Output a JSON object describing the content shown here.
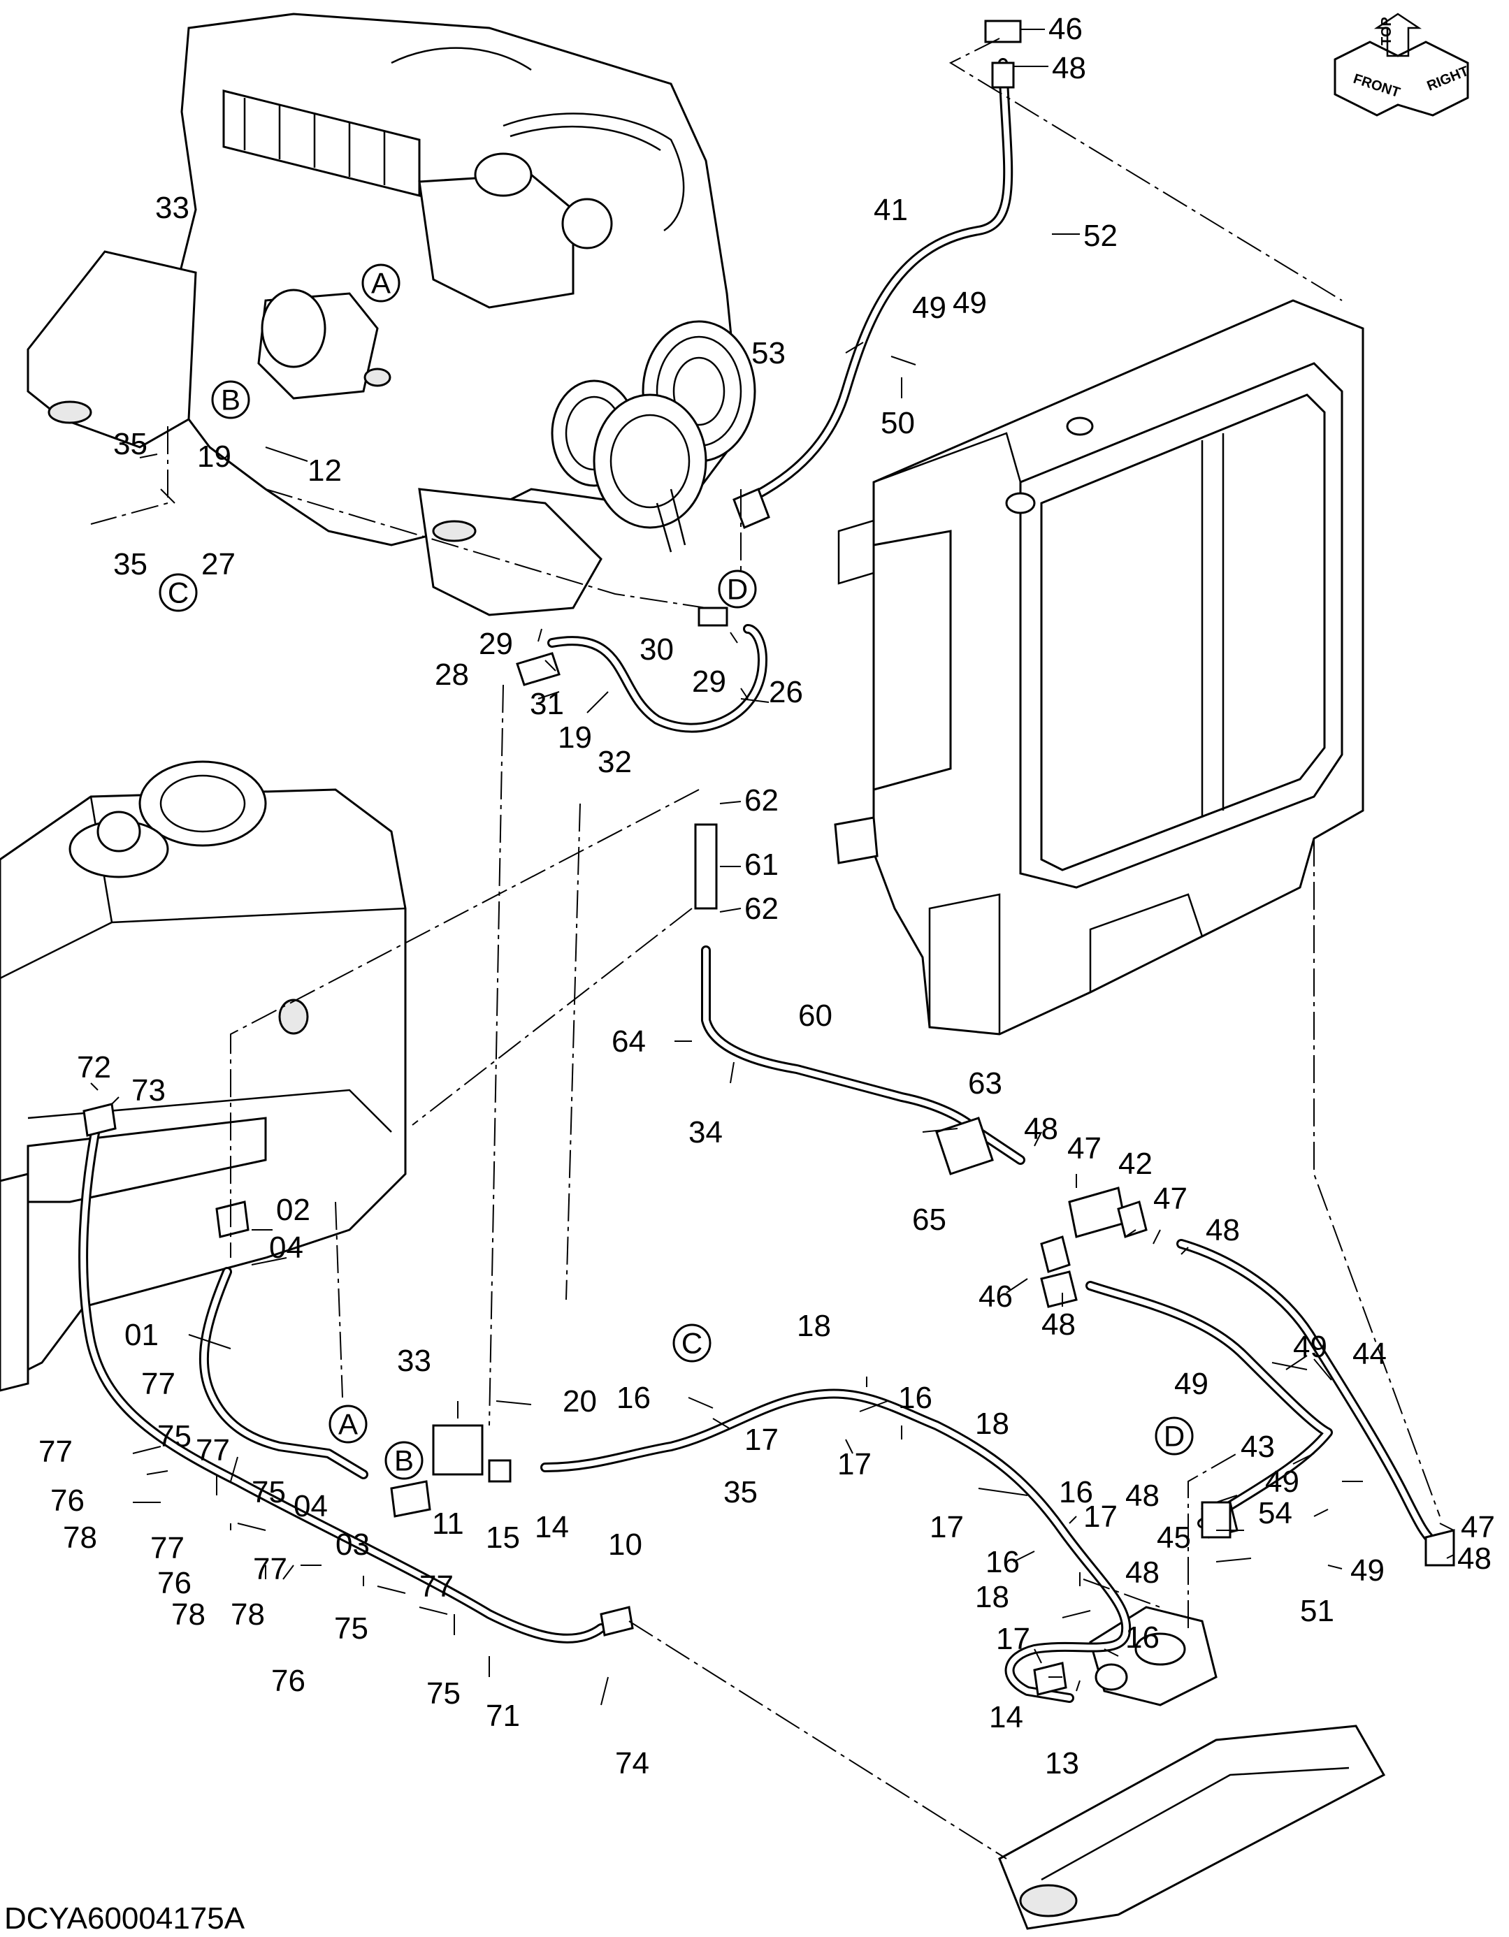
{
  "diagram": {
    "doc_id": "DCYA60004175A",
    "orientation_marker": {
      "labels": [
        "FRONT",
        "RIGHT",
        "TOP"
      ]
    },
    "reference_letters": [
      "A",
      "B",
      "C",
      "D"
    ],
    "callouts": [
      {
        "label": "46"
      },
      {
        "label": "48"
      },
      {
        "label": "33"
      },
      {
        "label": "41"
      },
      {
        "label": "52"
      },
      {
        "label": "49"
      },
      {
        "label": "53"
      },
      {
        "label": "49"
      },
      {
        "label": "50"
      },
      {
        "label": "35"
      },
      {
        "label": "19"
      },
      {
        "label": "12"
      },
      {
        "label": "35"
      },
      {
        "label": "27"
      },
      {
        "label": "29"
      },
      {
        "label": "30"
      },
      {
        "label": "28"
      },
      {
        "label": "29"
      },
      {
        "label": "31"
      },
      {
        "label": "26"
      },
      {
        "label": "19"
      },
      {
        "label": "32"
      },
      {
        "label": "62"
      },
      {
        "label": "61"
      },
      {
        "label": "62"
      },
      {
        "label": "60"
      },
      {
        "label": "64"
      },
      {
        "label": "63"
      },
      {
        "label": "34"
      },
      {
        "label": "48"
      },
      {
        "label": "47"
      },
      {
        "label": "42"
      },
      {
        "label": "47"
      },
      {
        "label": "65"
      },
      {
        "label": "48"
      },
      {
        "label": "46"
      },
      {
        "label": "48"
      },
      {
        "label": "72"
      },
      {
        "label": "73"
      },
      {
        "label": "02"
      },
      {
        "label": "04"
      },
      {
        "label": "01"
      },
      {
        "label": "18"
      },
      {
        "label": "49"
      },
      {
        "label": "44"
      },
      {
        "label": "33"
      },
      {
        "label": "20"
      },
      {
        "label": "16"
      },
      {
        "label": "16"
      },
      {
        "label": "49"
      },
      {
        "label": "77"
      },
      {
        "label": "17"
      },
      {
        "label": "17"
      },
      {
        "label": "43"
      },
      {
        "label": "18"
      },
      {
        "label": "49"
      },
      {
        "label": "77"
      },
      {
        "label": "75"
      },
      {
        "label": "77"
      },
      {
        "label": "35"
      },
      {
        "label": "16"
      },
      {
        "label": "76"
      },
      {
        "label": "75"
      },
      {
        "label": "04"
      },
      {
        "label": "11"
      },
      {
        "label": "15"
      },
      {
        "label": "14"
      },
      {
        "label": "10"
      },
      {
        "label": "17"
      },
      {
        "label": "17"
      },
      {
        "label": "48"
      },
      {
        "label": "54"
      },
      {
        "label": "47"
      },
      {
        "label": "78"
      },
      {
        "label": "03"
      },
      {
        "label": "45"
      },
      {
        "label": "48"
      },
      {
        "label": "77"
      },
      {
        "label": "16"
      },
      {
        "label": "48"
      },
      {
        "label": "49"
      },
      {
        "label": "76"
      },
      {
        "label": "77"
      },
      {
        "label": "77"
      },
      {
        "label": "18"
      },
      {
        "label": "51"
      },
      {
        "label": "78"
      },
      {
        "label": "78"
      },
      {
        "label": "75"
      },
      {
        "label": "17"
      },
      {
        "label": "16"
      },
      {
        "label": "76"
      },
      {
        "label": "75"
      },
      {
        "label": "71"
      },
      {
        "label": "14"
      },
      {
        "label": "74"
      },
      {
        "label": "13"
      }
    ]
  }
}
